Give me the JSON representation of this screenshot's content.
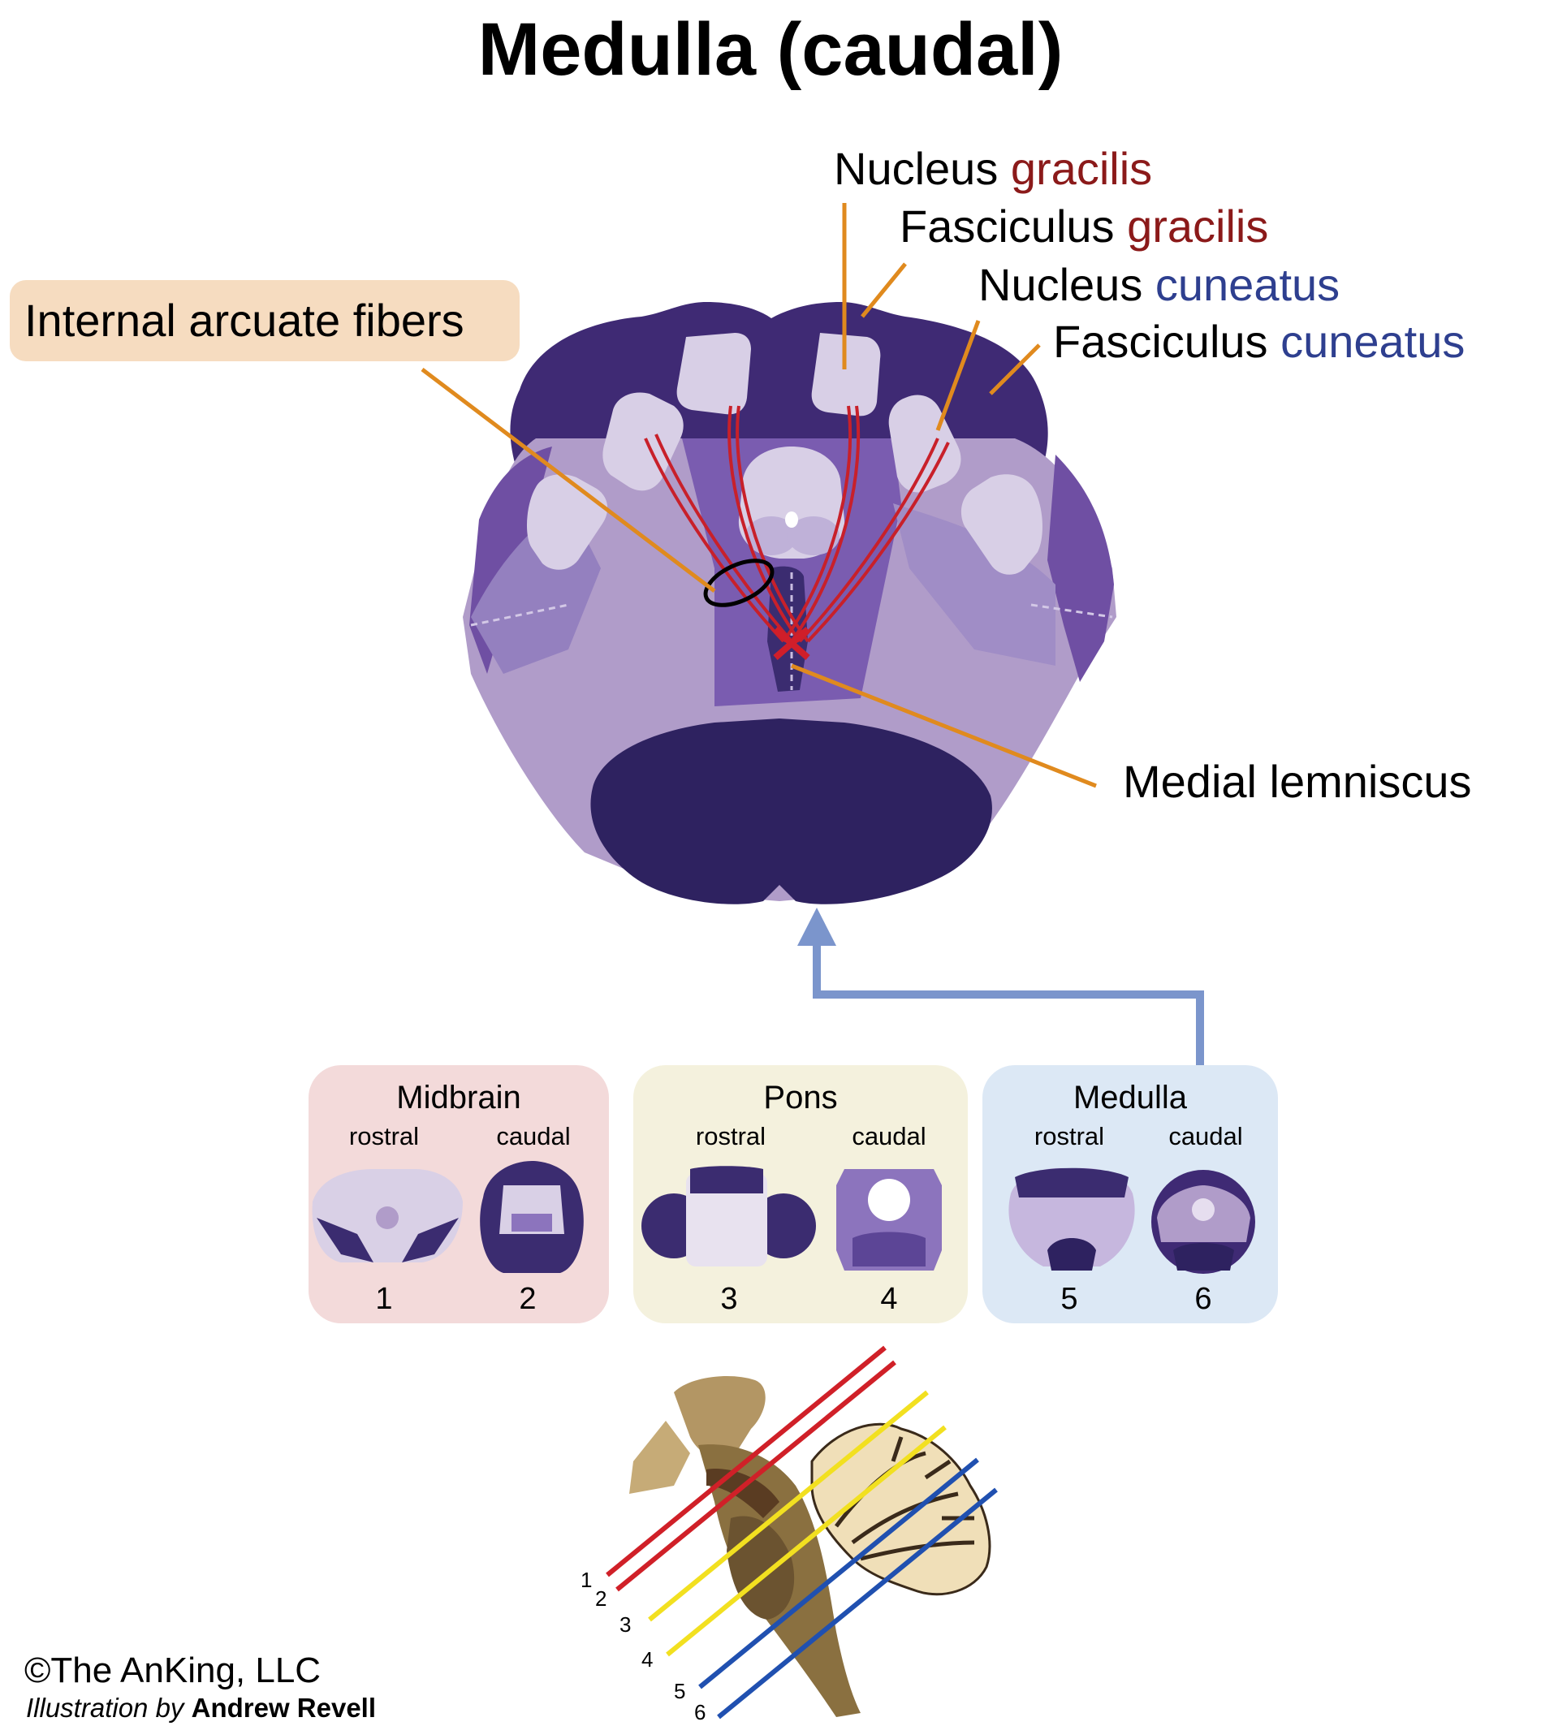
{
  "title": "Medulla (caudal)",
  "labels": {
    "nucleus_gracilis": {
      "word": "Nucleus",
      "term": "gracilis"
    },
    "fasciculus_gracilis": {
      "word": "Fasciculus",
      "term": "gracilis"
    },
    "nucleus_cuneatus": {
      "word": "Nucleus",
      "term": "cuneatus"
    },
    "fasciculus_cuneatus": {
      "word": "Fasciculus",
      "term": "cuneatus"
    },
    "internal_arcuate_fibers": "Internal arcuate fibers",
    "medial_lemniscus": "Medial lemniscus"
  },
  "colors": {
    "gracilis": "#8b1a1a",
    "cuneatus": "#2e3f8f",
    "leader": "#e08a1e",
    "highlight_box": "#f6dcc0",
    "arrow": "#7b95cc",
    "midbrain_box": "#f3dada",
    "pons_box": "#f4f1dd",
    "medulla_box": "#dce8f5"
  },
  "sections": {
    "midbrain": {
      "title": "Midbrain",
      "rostral": "rostral",
      "caudal": "caudal",
      "num1": "1",
      "num2": "2"
    },
    "pons": {
      "title": "Pons",
      "rostral": "rostral",
      "caudal": "caudal",
      "num1": "3",
      "num2": "4"
    },
    "medulla": {
      "title": "Medulla",
      "rostral": "rostral",
      "caudal": "caudal",
      "num1": "5",
      "num2": "6"
    }
  },
  "brainstem_levels": [
    "1",
    "2",
    "3",
    "4",
    "5",
    "6"
  ],
  "footer": {
    "copyright": "©The AnKing, LLC",
    "illustration_prefix": "Illustration by",
    "author": "Andrew Revell"
  }
}
